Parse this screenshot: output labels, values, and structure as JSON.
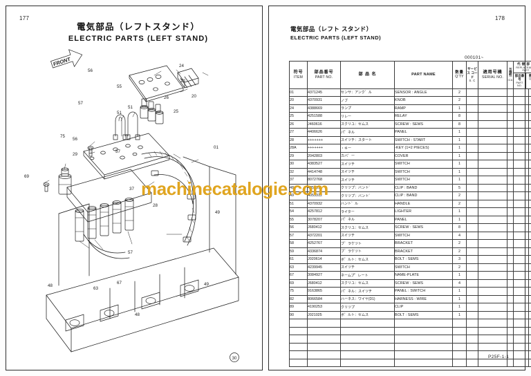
{
  "left_page": {
    "folio": "177",
    "title_jp": "電気部品（レフトスタンド）",
    "title_en": "ELECTRIC PARTS (LEFT STAND)",
    "front_arrow_label": "FRONT",
    "callouts": [
      "56",
      "55",
      "24",
      "22",
      "20",
      "26",
      "25",
      "01",
      "51",
      "51",
      "57",
      "57",
      "56",
      "29",
      "75",
      "69",
      "37",
      "28",
      "49",
      "48",
      "63",
      "67",
      "49",
      "48",
      "57"
    ]
  },
  "right_page": {
    "folio": "178",
    "title_jp": "電気部品（レフト スタンド）",
    "title_en": "ELECTRIC PARTS (LEFT STAND)",
    "serial_note": "000101~",
    "footer_code": "P25F-1-1"
  },
  "table": {
    "headers": {
      "item_jp": "符号",
      "item_en": "ITEM",
      "part_no_jp": "部品番号",
      "part_no_en": "PART NO.",
      "name_jp": "部 品 名",
      "part_name_en": "PART NAME",
      "qty_jp": "数量",
      "qty_en": "Q'TY",
      "sc_jp": "サービス コード",
      "sc_en": "S. C",
      "serial_jp": "適用号機",
      "serial_en": "SERIAL NO.",
      "ica_jp": "互換性",
      "ica_en": "ICA",
      "replaceable_jp": "代 替 部 品",
      "replaceable_en": "REPLACEABLE PART",
      "rep_no_jp": "部品番号",
      "rep_no_en": "PART NO.",
      "rep_qty_jp": "数量",
      "rep_qty_en": "Q'TY"
    },
    "rows": [
      {
        "item": "01",
        "part_no": "4371245",
        "name_jp": "センサ：アンク゛ル",
        "part_name": "SENSOR : ANGLE",
        "qty": "2"
      },
      {
        "item": "20",
        "part_no": "4370931",
        "name_jp": "ノブ",
        "part_name": "KNOB",
        "qty": "2"
      },
      {
        "item": "24",
        "part_no": "4388669",
        "name_jp": "ランプ",
        "part_name": "RAMP",
        "qty": "1"
      },
      {
        "item": "25",
        "part_no": "4251588",
        "name_jp": "リレー",
        "part_name": "RELAY",
        "qty": "8"
      },
      {
        "item": "26",
        "part_no": "J460616",
        "name_jp": "スクリユ：セムス",
        "part_name": "SCREW : SEMS",
        "qty": "8"
      },
      {
        "item": "27",
        "part_no": "4406626",
        "name_jp": "パ゜ネル",
        "part_name": "PANEL",
        "qty": "1"
      },
      {
        "item": "28",
        "part_no": "+++++++",
        "name_jp": "スイツチ：スタート",
        "part_name": "SWITCH : START",
        "qty": "1"
      },
      {
        "item": "28A",
        "part_no": "+++++++",
        "name_jp": "・キー",
        "part_name": "-KEY (1=2  PIECES)",
        "qty": "1"
      },
      {
        "item": "29",
        "part_no": "2042803",
        "name_jp": "カバ゛ー",
        "part_name": "COVER",
        "qty": "1"
      },
      {
        "item": "30",
        "part_no": "4383527",
        "name_jp": "スイツチ",
        "part_name": "SWITCH",
        "qty": "1"
      },
      {
        "item": "32",
        "part_no": "4414748",
        "name_jp": "スイツチ",
        "part_name": "SWITCH",
        "qty": "1"
      },
      {
        "item": "37",
        "part_no": "8072768",
        "name_jp": "スイツチ",
        "part_name": "SWITCH",
        "qty": "1"
      },
      {
        "item": "48",
        "part_no": "4055311",
        "name_jp": "クリツプ：バント゛",
        "part_name": "CLIP : BAND",
        "qty": "5"
      },
      {
        "item": "49",
        "part_no": "4055312",
        "name_jp": "クリツプ：バント゛",
        "part_name": "CLIP : BAND",
        "qty": "2"
      },
      {
        "item": "51",
        "part_no": "4370932",
        "name_jp": "ハント゛ル",
        "part_name": "HANDLE",
        "qty": "2"
      },
      {
        "item": "54",
        "part_no": "4257812",
        "name_jp": "ライター",
        "part_name": "LIGHTER",
        "qty": "1"
      },
      {
        "item": "55",
        "part_no": "3078207",
        "name_jp": "パ゜ネル",
        "part_name": "PANEL",
        "qty": "1"
      },
      {
        "item": "56",
        "part_no": "J680412",
        "name_jp": "スクリユ：セムス",
        "part_name": "SCREW : SEMS",
        "qty": "8"
      },
      {
        "item": "57",
        "part_no": "4372201",
        "name_jp": "スイツチ",
        "part_name": "SWITCH",
        "qty": "4"
      },
      {
        "item": "58",
        "part_no": "4252767",
        "name_jp": "ブ゛ラケツト",
        "part_name": "BRACKET",
        "qty": "2"
      },
      {
        "item": "59",
        "part_no": "4336874",
        "name_jp": "ブ゛ラケツト",
        "part_name": "BRACKET",
        "qty": "2"
      },
      {
        "item": "61",
        "part_no": "J020614",
        "name_jp": "ボ゛ルト：セムス",
        "part_name": "BOLT : SEMS",
        "qty": "3"
      },
      {
        "item": "63",
        "part_no": "4239945",
        "name_jp": "スイツチ",
        "part_name": "SWITCH",
        "qty": "2"
      },
      {
        "item": "67",
        "part_no": "3084927",
        "name_jp": "ネームプ゜レート",
        "part_name": "NAME-PLATE",
        "qty": "1"
      },
      {
        "item": "69",
        "part_no": "J680412",
        "name_jp": "スクリユ：セムス",
        "part_name": "SCREW : SEMS",
        "qty": "4"
      },
      {
        "item": "75",
        "part_no": "9163865",
        "name_jp": "パ゜ネル：スイツチ",
        "part_name": "PANEL : SWITCH",
        "qty": "1"
      },
      {
        "item": "82",
        "part_no": "8066584",
        "name_jp": "ハーネス：ワイヤ(D1)",
        "part_name": "HARNESS : WIRE",
        "qty": "1"
      },
      {
        "item": "89",
        "part_no": "4190253",
        "name_jp": "クリツプ",
        "part_name": "CLIP",
        "qty": "1"
      },
      {
        "item": "90",
        "part_no": "J021025",
        "name_jp": "ボ゛ルト：セムス",
        "part_name": "BOLT : SEMS",
        "qty": "1"
      }
    ]
  },
  "watermark": {
    "text": "machinecatalogie.com",
    "color": "#e0a520"
  }
}
